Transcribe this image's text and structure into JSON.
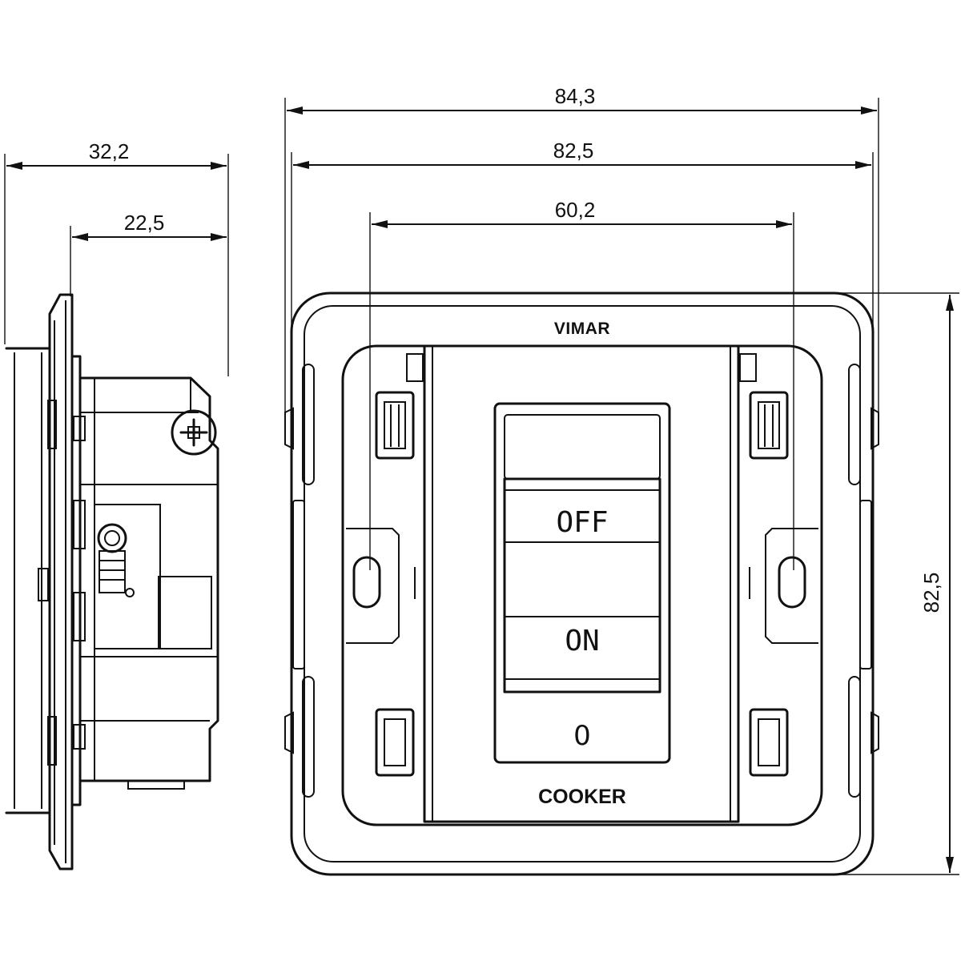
{
  "dimensions": {
    "side_depth_total": "32,2",
    "side_depth_body": "22,5",
    "front_width_outer": "84,3",
    "front_width_plate": "82,5",
    "front_width_mount": "60,2",
    "front_height": "82,5"
  },
  "device": {
    "brand": "VIMAR",
    "key_off": "OFF",
    "key_on": "ON",
    "indicator_symbol": "0",
    "function_label": "COOKER"
  }
}
